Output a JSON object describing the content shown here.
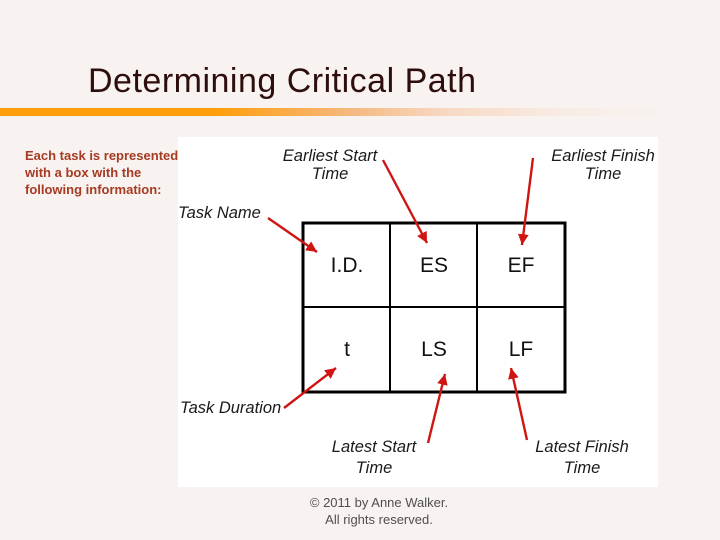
{
  "title": "Determining Critical Path",
  "intro": {
    "lines": [
      "Each task is represented",
      "with a box with the",
      "following information:"
    ]
  },
  "diagram": {
    "box": {
      "cells": {
        "id": "I.D.",
        "es": "ES",
        "ef": "EF",
        "t": "t",
        "ls": "LS",
        "lf": "LF"
      }
    },
    "labels": {
      "earliest_start": {
        "line1": "Earliest Start",
        "line2": "Time"
      },
      "earliest_finish": {
        "line1": "Earliest Finish",
        "line2": "Time"
      },
      "task_name": "Task Name",
      "task_duration": "Task Duration",
      "latest_start": {
        "line1": "Latest Start",
        "line2": "Time"
      },
      "latest_finish": {
        "line1": "Latest Finish",
        "line2": "Time"
      }
    }
  },
  "footer": {
    "line1": "© 2011 by Anne Walker.",
    "line2": "All rights reserved."
  },
  "colors": {
    "background": "#f8f3f0",
    "panel_background": "#ffffff",
    "title_text": "#2e0d0d",
    "accent_bar_orange": "#ff9e0a",
    "intro_text": "#a63a22",
    "arrow_red": "#cf1511",
    "box_border": "#000000",
    "footer_text": "#4f4f4f"
  }
}
